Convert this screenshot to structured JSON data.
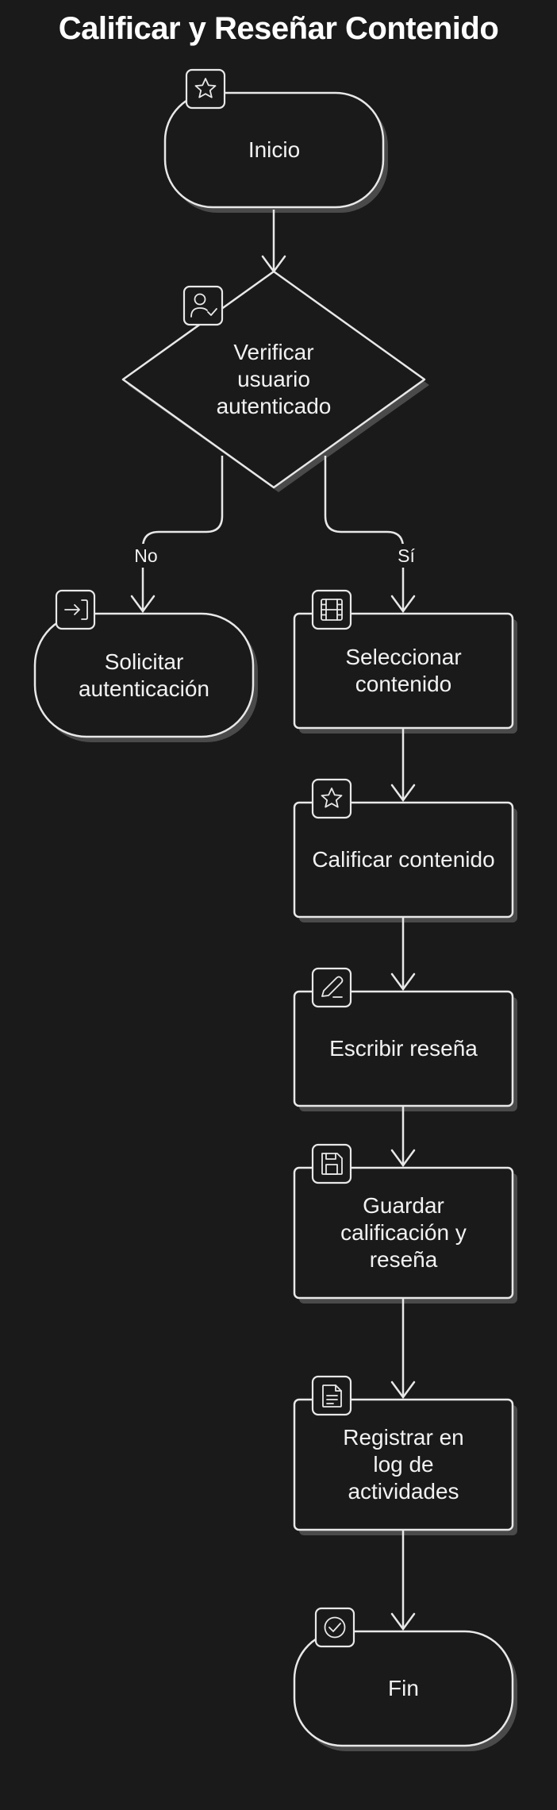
{
  "title": "Calificar y Reseñar Contenido",
  "nodes": {
    "inicio": "Inicio",
    "verificar": "Verificar usuario autenticado",
    "solicitar": "Solicitar autenticación",
    "seleccionar": "Seleccionar contenido",
    "calificar": "Calificar contenido",
    "escribir": "Escribir reseña",
    "guardar": "Guardar calificación y reseña",
    "registrar": "Registrar en log de actividades",
    "fin": "Fin"
  },
  "edges": {
    "no": "No",
    "si": "Sí"
  },
  "icons": {
    "inicio": "star-icon",
    "verificar": "user-check-icon",
    "solicitar": "login-icon",
    "seleccionar": "film-icon",
    "calificar": "star-icon",
    "escribir": "pencil-icon",
    "guardar": "save-icon",
    "registrar": "document-icon",
    "fin": "check-circle-icon"
  },
  "colors": {
    "background": "#1a1a1a",
    "stroke": "#e8e8e8",
    "text": "#f2f2f2",
    "shadow": "#4a4a4a"
  }
}
